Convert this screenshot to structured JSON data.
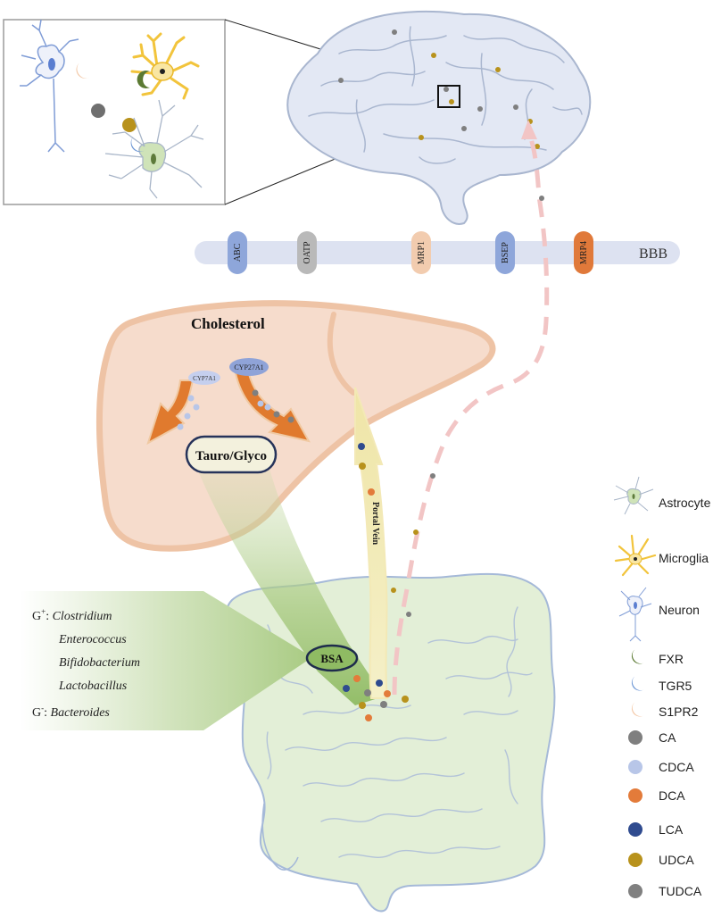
{
  "colors": {
    "brain_fill": "#e3e8f4",
    "brain_stroke": "#a9b6cf",
    "liver_fill": "#f6dccc",
    "liver_stroke": "#eec3a5",
    "intestine_fill": "#e3efd7",
    "intestine_stroke": "#a5b9d8",
    "bbb_bar": "#dde2f1",
    "fxr": "#5b7a33",
    "tgr5": "#6d97d5",
    "s1pr2": "#f4c9a8",
    "ca": "#7f7f7f",
    "cdca": "#b8c6e8",
    "dca": "#e37b3a",
    "lca": "#2f4b8f",
    "udca": "#b8921c",
    "tudca": "#808080"
  },
  "bbb": {
    "label": "BBB",
    "transporters": [
      {
        "name": "ABC",
        "color": "#8ea6da"
      },
      {
        "name": "OATP",
        "color": "#b9b9b9"
      },
      {
        "name": "MRP1",
        "color": "#f2ccaf"
      },
      {
        "name": "BSEP",
        "color": "#8ea6da"
      },
      {
        "name": "MRP4",
        "color": "#e0793a"
      }
    ]
  },
  "liver": {
    "cholesterol": "Cholesterol",
    "enzyme_1": "CYP7A1",
    "enzyme_2": "CYP27A1",
    "conjugate": "Tauro/Glyco"
  },
  "portal_vein": "Portal Vein",
  "bsa": "BSA",
  "bacteria": {
    "gram_pos_prefix": "G",
    "gram_pos_sup": "+",
    "gram_pos_suffix": ": ",
    "gram_neg_prefix": "G",
    "gram_neg_sup": "-",
    "gram_neg_suffix": ": ",
    "list": [
      "Clostridium",
      "Enterococcus",
      "Bifidobacterium",
      "Lactobacillus",
      "Bacteroides"
    ]
  },
  "legend": {
    "cells": [
      {
        "label": "Astrocyte",
        "icon": "astrocyte-icon"
      },
      {
        "label": "Microglia",
        "icon": "microglia-icon"
      },
      {
        "label": "Neuron",
        "icon": "neuron-icon"
      }
    ],
    "receptors": [
      {
        "label": "FXR",
        "icon": "fxr-icon",
        "color": "#5b7a33"
      },
      {
        "label": "TGR5",
        "icon": "tgr5-icon",
        "color": "#6d97d5"
      },
      {
        "label": "S1PR2",
        "icon": "s1pr2-icon",
        "color": "#f4c9a8"
      }
    ],
    "acids": [
      {
        "label": "CA",
        "color": "#7f7f7f"
      },
      {
        "label": "CDCA",
        "color": "#b8c6e8"
      },
      {
        "label": "DCA",
        "color": "#e37b3a"
      },
      {
        "label": "LCA",
        "color": "#2f4b8f"
      },
      {
        "label": "UDCA",
        "color": "#b8921c"
      },
      {
        "label": "TUDCA",
        "color": "#808080"
      }
    ]
  }
}
